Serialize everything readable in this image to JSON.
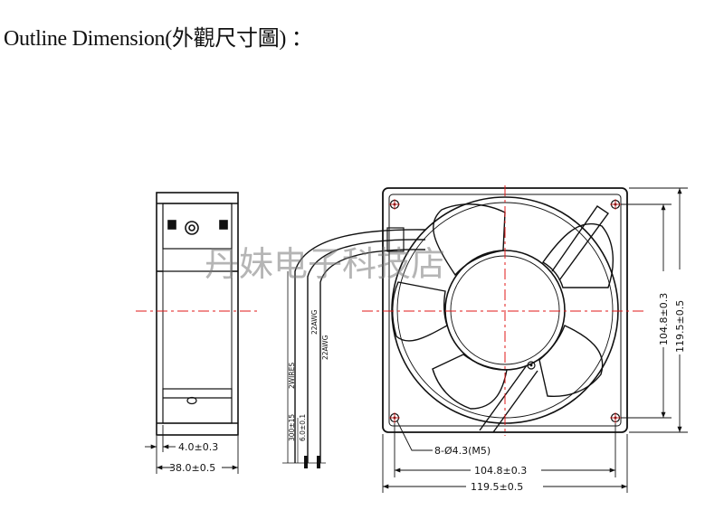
{
  "title": "Outline Dimension(外觀尺寸圖) ：",
  "watermark": "丹妹电子科技店",
  "dimensions": {
    "flange_thickness": "4.0±0.3",
    "fan_depth": "38.0±0.5",
    "lead_length": "300±15",
    "lead_strip": "6.0±0.1",
    "wires": "2WIRES",
    "awg_1": "22AWG",
    "awg_2": "22AWG",
    "holes": "8-Ø4.3(M5)",
    "hole_spacing_h": "104.8±0.3",
    "width_h": "119.5±0.5",
    "hole_spacing_v": "104.8±0.3",
    "height_v": "119.5±0.5"
  },
  "colors": {
    "line": "#111111",
    "centerline": "#e01818",
    "watermark": "#7a7a7a"
  }
}
